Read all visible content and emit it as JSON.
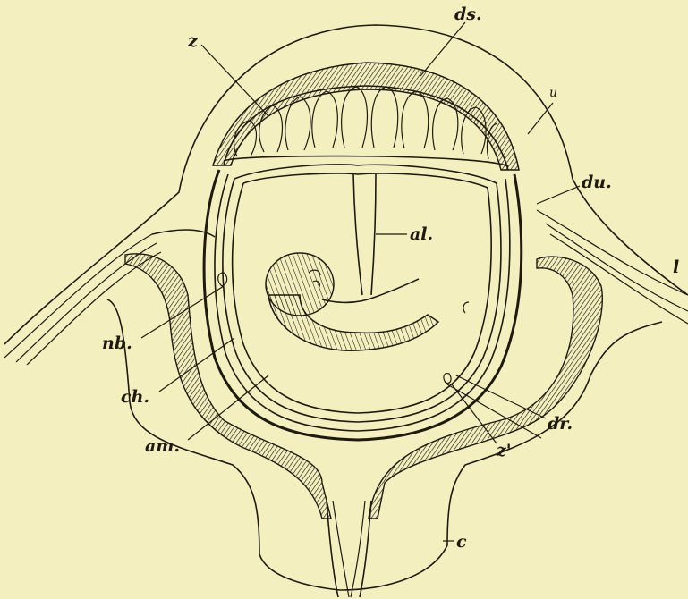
{
  "colors": {
    "paper": "#f4efbe",
    "ink": "#1e1a10"
  },
  "labels": {
    "z": "z",
    "ds": "ds.",
    "u": "u",
    "du": "du.",
    "l": "l",
    "al": "al.",
    "nb": "nb.",
    "ch": "ch.",
    "am": "am.",
    "dr": "dr.",
    "z_prime": "z'",
    "c": "c"
  }
}
